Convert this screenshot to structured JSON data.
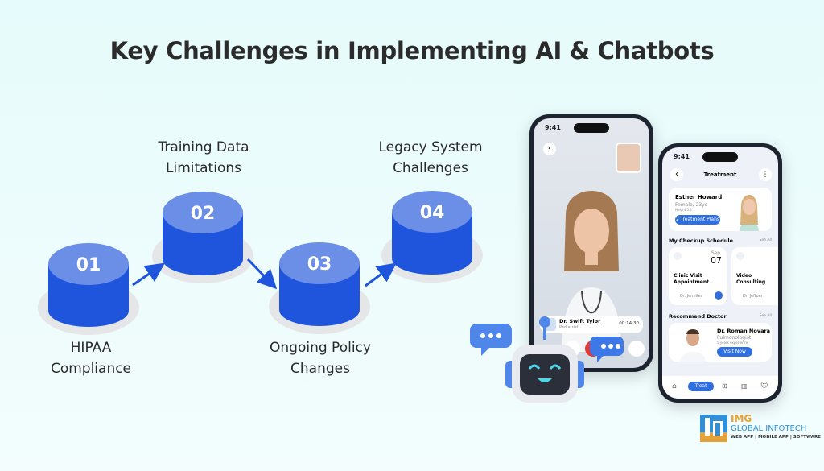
{
  "title": "Key Challenges in Implementing AI & Chatbots",
  "steps": [
    {
      "number": "01",
      "label_line1": "HIPAA",
      "label_line2": "Compliance"
    },
    {
      "number": "02",
      "label_line1": "Training Data",
      "label_line2": "Limitations"
    },
    {
      "number": "03",
      "label_line1": "Ongoing Policy",
      "label_line2": "Changes"
    },
    {
      "number": "04",
      "label_line1": "Legacy System",
      "label_line2": "Challenges"
    }
  ],
  "colors": {
    "cylinder_top": "#6b8fe6",
    "cylinder_body": "#1f55dc",
    "arrow": "#1f55dc",
    "accent": "#2f6fe0"
  },
  "phone_call": {
    "time": "9:41",
    "doctor_name": "Dr. Swift Tylor",
    "doctor_role": "Pediatrist",
    "call_timer": "00:14:30"
  },
  "phone_treatment": {
    "time": "9:41",
    "header": "Treatment",
    "patient_name": "Esther Howard",
    "patient_info": "Female, 23yo",
    "patient_extra": "Height 5.4'",
    "treatment_button": "2 Treatment Plans",
    "schedule_title": "My Checkup Schedule",
    "see_all": "See All",
    "appointments": [
      {
        "month": "Sep",
        "day": "07",
        "title_line1": "Clinic Visit",
        "title_line2": "Appointment",
        "doctor": "Dr. Jennifer"
      },
      {
        "title_line1": "Video",
        "title_line2": "Consulting",
        "doctor": "Dr. Jeffoer"
      }
    ],
    "recommend_title": "Recommend  Doctor",
    "recommended_doctor": {
      "name": "Dr. Roman Novara",
      "specialty": "Pulmonologist",
      "experience": "5 years experience",
      "button": "Visit Now"
    },
    "nav_active": "Treat"
  },
  "logo": {
    "brand": "IMG",
    "name": "GLOBAL INFOTECH",
    "tagline": "WEB APP | MOBILE APP | SOFTWARE"
  }
}
